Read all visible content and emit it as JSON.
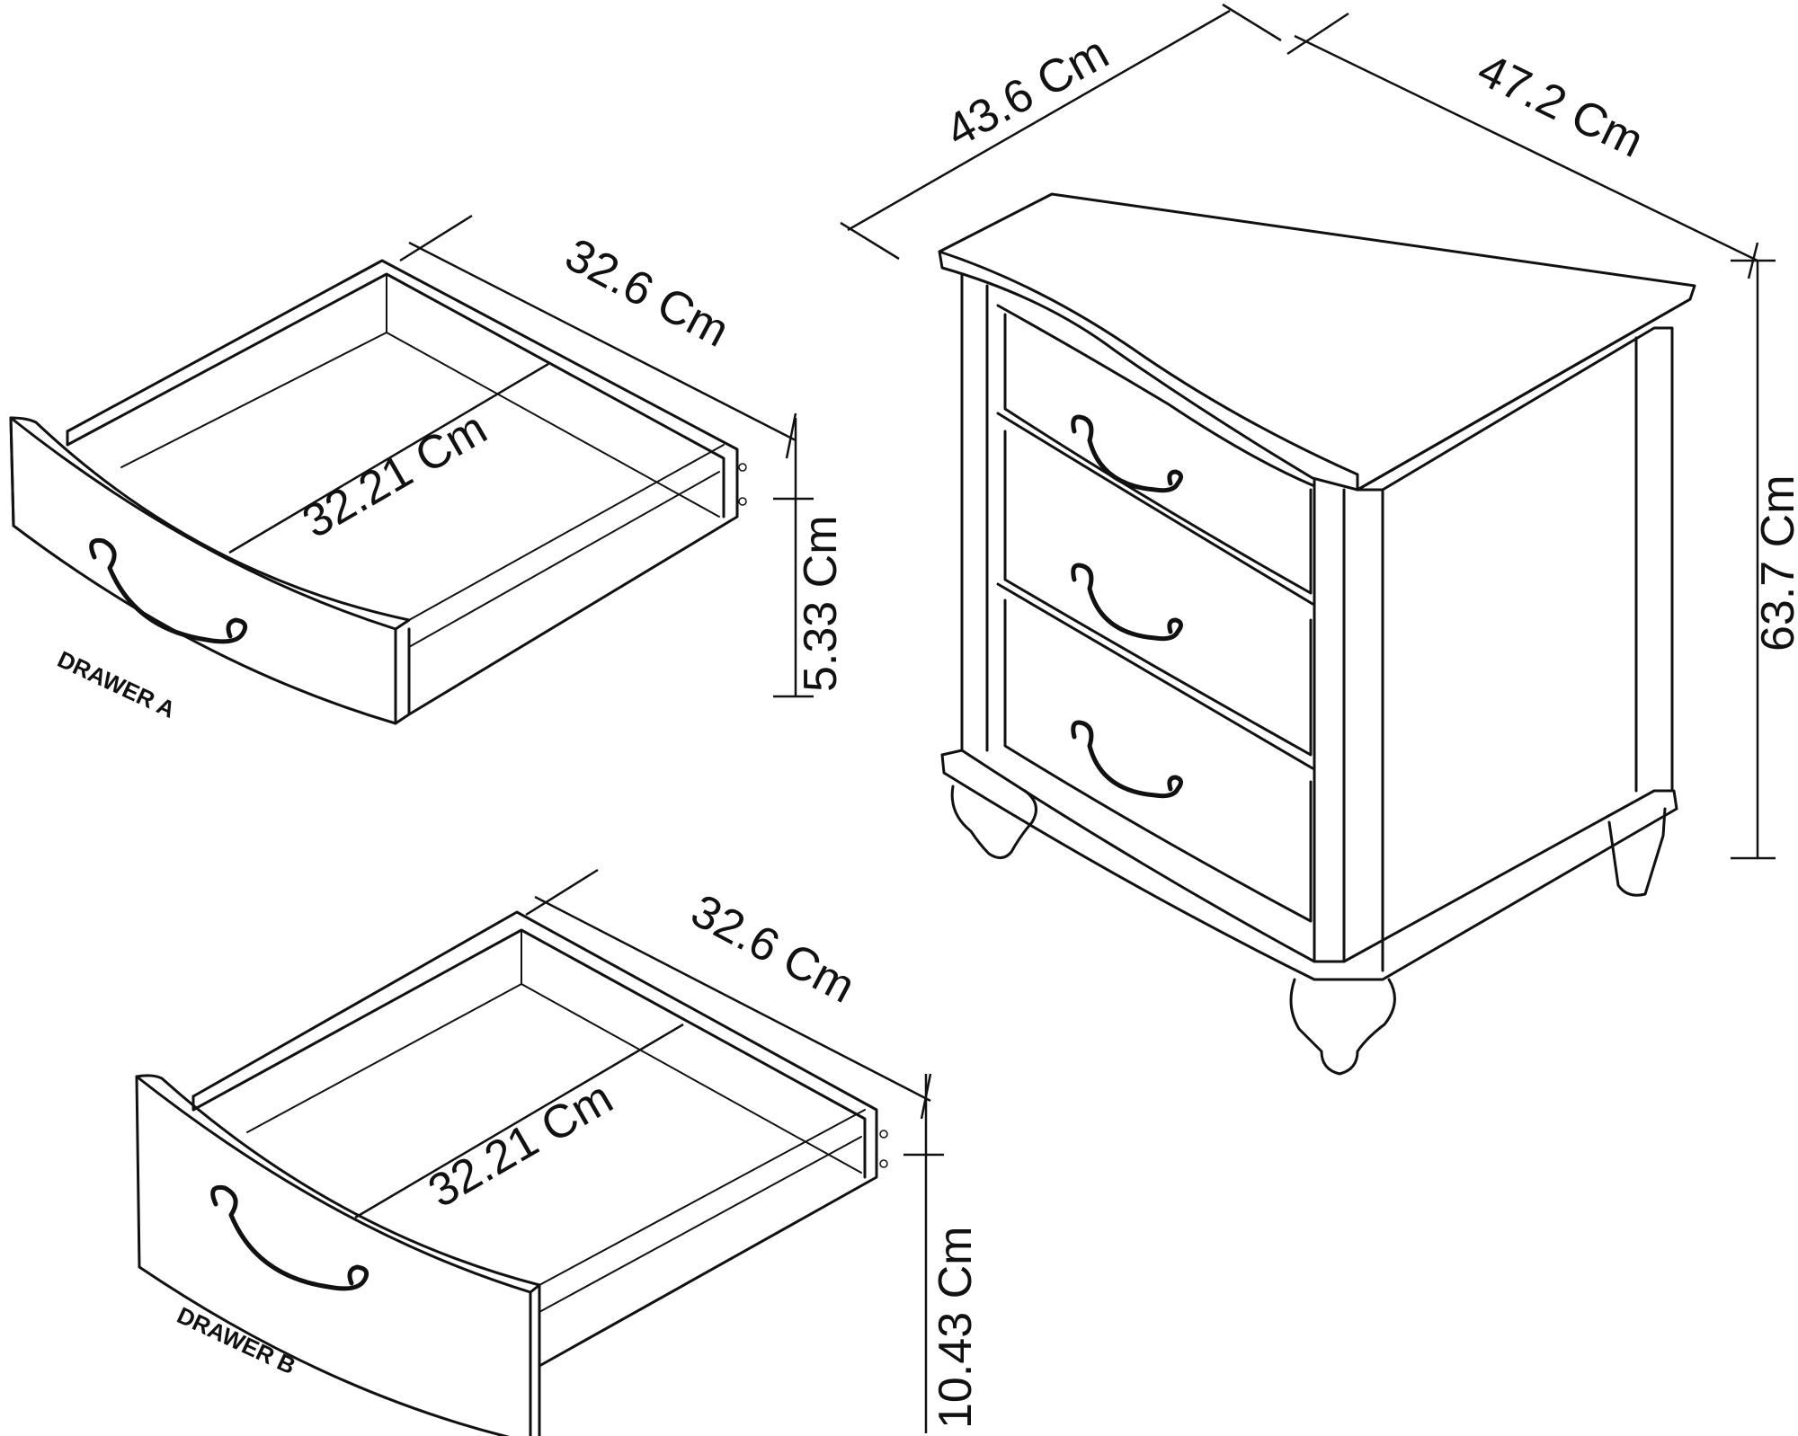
{
  "cabinet": {
    "width_label": "43.6 Cm",
    "depth_label": "47.2 Cm",
    "height_label": "63.7 Cm"
  },
  "drawer_a": {
    "caption": "DRAWER A",
    "depth_label": "32.6 Cm",
    "inner_width_label": "32.21 Cm",
    "height_label": "5.33 Cm"
  },
  "drawer_b": {
    "caption": "DRAWER B",
    "depth_label": "32.6 Cm",
    "inner_width_label": "32.21 Cm",
    "height_label": "10.43 Cm"
  },
  "icons": [
    "drawer-handle-icon"
  ]
}
